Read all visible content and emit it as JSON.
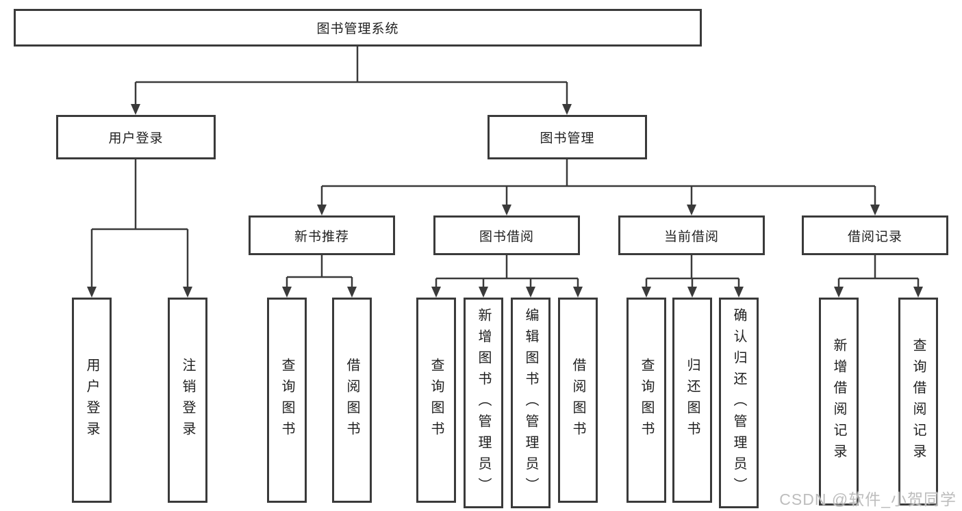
{
  "colors": {
    "line": "#3a3a3a",
    "box_border": "#3a3a3a",
    "text": "#1f1f1f",
    "watermark_gray": "#bdbdbd",
    "background": "#ffffff"
  },
  "watermark": "CSDN @软件_小贺同学",
  "tree": {
    "root": "图书管理系统",
    "children": [
      {
        "label": "用户登录",
        "children": [
          "用户登录",
          "注销登录"
        ]
      },
      {
        "label": "图书管理",
        "children": [
          {
            "label": "新书推荐",
            "children": [
              "查询图书",
              "借阅图书"
            ]
          },
          {
            "label": "图书借阅",
            "children": [
              "查询图书",
              "新增图书（管理员）",
              "编辑图书（管理员）",
              "借阅图书"
            ]
          },
          {
            "label": "当前借阅",
            "children": [
              "查询图书",
              "归还图书",
              "确认归还（管理员）"
            ]
          },
          {
            "label": "借阅记录",
            "children": [
              "新增借阅记录",
              "查询借阅记录"
            ]
          }
        ]
      }
    ]
  }
}
